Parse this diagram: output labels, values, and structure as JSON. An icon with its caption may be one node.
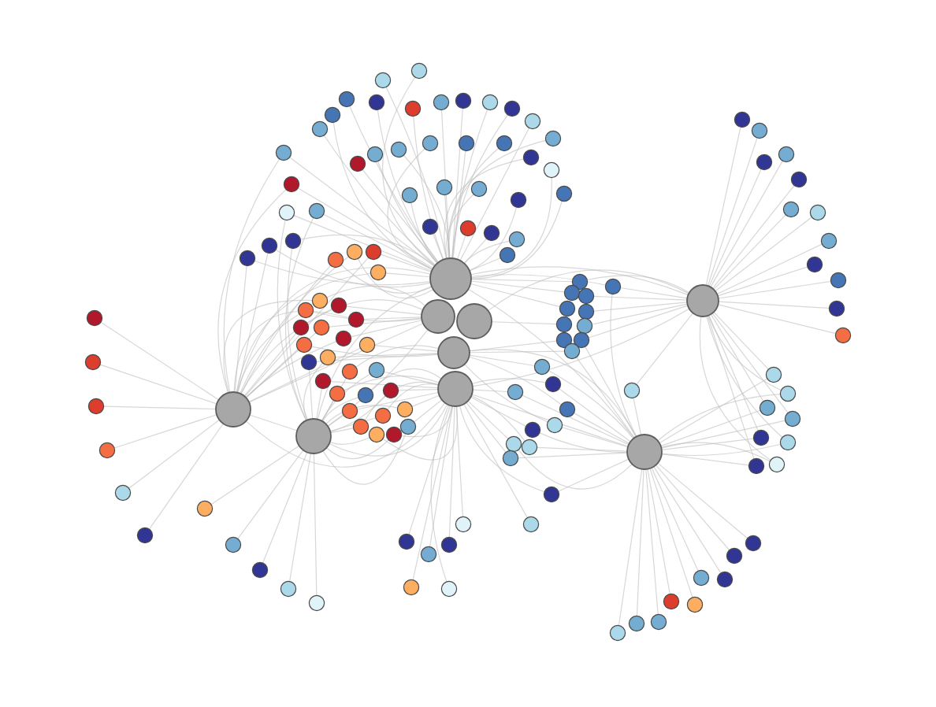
{
  "diagram": {
    "nodes": [
      {
        "text": [],
        "shape": "circle"
      },
      {
        "text": [],
        "shape": "circle"
      },
      {
        "text": [],
        "shape": "circle"
      },
      {
        "text": [],
        "shape": "circle"
      },
      {
        "text": [],
        "shape": "circle"
      },
      {
        "text": [],
        "shape": "circle"
      },
      {
        "text": [],
        "shape": "circle"
      },
      {
        "text": [],
        "shape": "circle"
      },
      {
        "text": [],
        "shape": "circle"
      },
      {
        "text": [],
        "shape": "circle"
      },
      {
        "text": [],
        "shape": "circle"
      },
      {
        "text": [],
        "shape": "circle"
      },
      {
        "text": [],
        "shape": "circle"
      },
      {
        "text": [],
        "shape": "circle"
      },
      {
        "text": [],
        "shape": "circle"
      },
      {
        "text": [],
        "shape": "circle"
      },
      {
        "text": [],
        "shape": "circle"
      },
      {
        "text": [],
        "shape": "circle"
      },
      {
        "text": [],
        "shape": "circle"
      },
      {
        "text": [],
        "shape": "circle"
      },
      {
        "text": [],
        "shape": "circle"
      },
      {
        "text": [],
        "shape": "circle"
      },
      {
        "text": [],
        "shape": "circle"
      },
      {
        "text": [],
        "shape": "circle"
      },
      {
        "text": [],
        "shape": "circle"
      },
      {
        "text": [],
        "shape": "circle"
      },
      {
        "text": [],
        "shape": "circle"
      },
      {
        "text": [],
        "shape": "circle"
      },
      {
        "text": [],
        "shape": "circle"
      },
      {
        "text": [],
        "shape": "circle"
      },
      {
        "text": [],
        "shape": "circle"
      },
      {
        "text": [],
        "shape": "circle"
      },
      {
        "text": [],
        "shape": "circle"
      },
      {
        "text": [],
        "shape": "circle"
      },
      {
        "text": [],
        "shape": "circle"
      },
      {
        "text": [],
        "shape": "circle"
      },
      {
        "text": [],
        "shape": "circle"
      },
      {
        "text": [],
        "shape": "circle"
      },
      {
        "text": [],
        "shape": "circle"
      },
      {
        "text": [],
        "shape": "circle"
      },
      {
        "text": [],
        "shape": "circle"
      },
      {
        "text": [],
        "shape": "circle"
      },
      {
        "text": [],
        "shape": "circle"
      },
      {
        "text": [],
        "shape": "circle"
      },
      {
        "text": [],
        "shape": "circle"
      },
      {
        "text": [],
        "shape": "circle"
      },
      {
        "text": [],
        "shape": "circle"
      },
      {
        "text": [],
        "shape": "circle"
      },
      {
        "text": [],
        "shape": "circle"
      },
      {
        "text": [],
        "shape": "circle"
      },
      {
        "text": [],
        "shape": "circle"
      },
      {
        "text": [],
        "shape": "circle"
      },
      {
        "text": [],
        "shape": "circle"
      },
      {
        "text": [],
        "shape": "circle"
      },
      {
        "text": [],
        "shape": "circle"
      },
      {
        "text": [],
        "shape": "circle"
      },
      {
        "text": [],
        "shape": "circle"
      },
      {
        "text": [],
        "shape": "circle"
      },
      {
        "text": [],
        "shape": "circle"
      },
      {
        "text": [],
        "shape": "circle"
      },
      {
        "text": [],
        "shape": "circle"
      },
      {
        "text": [],
        "shape": "circle"
      },
      {
        "text": [],
        "shape": "circle"
      },
      {
        "text": [],
        "shape": "circle"
      },
      {
        "text": [],
        "shape": "circle"
      },
      {
        "text": [],
        "shape": "circle"
      },
      {
        "text": [],
        "shape": "circle"
      },
      {
        "text": [],
        "shape": "circle"
      },
      {
        "text": [],
        "shape": "circle"
      },
      {
        "text": [],
        "shape": "circle"
      },
      {
        "text": [],
        "shape": "circle"
      },
      {
        "text": [],
        "shape": "circle"
      },
      {
        "text": [],
        "shape": "circle"
      },
      {
        "text": [],
        "shape": "circle"
      },
      {
        "text": [],
        "shape": "circle"
      },
      {
        "text": [],
        "shape": "circle"
      },
      {
        "text": [],
        "shape": "circle"
      },
      {
        "text": [],
        "shape": "circle"
      },
      {
        "text": [],
        "shape": "circle"
      },
      {
        "text": [],
        "shape": "circle"
      },
      {
        "text": [],
        "shape": "circle"
      },
      {
        "text": [],
        "shape": "circle"
      },
      {
        "text": [],
        "shape": "circle"
      },
      {
        "text": [],
        "shape": "circle"
      },
      {
        "text": [],
        "shape": "circle"
      },
      {
        "text": [],
        "shape": "circle"
      },
      {
        "text": [],
        "shape": "circle"
      },
      {
        "text": [],
        "shape": "circle"
      },
      {
        "text": [],
        "shape": "circle"
      },
      {
        "text": [],
        "shape": "circle"
      },
      {
        "text": [],
        "shape": "circle"
      },
      {
        "text": [],
        "shape": "circle"
      },
      {
        "text": [],
        "shape": "circle"
      },
      {
        "text": [],
        "shape": "circle"
      },
      {
        "text": [],
        "shape": "circle"
      },
      {
        "text": [],
        "shape": "circle"
      },
      {
        "text": [],
        "shape": "circle"
      },
      {
        "text": [],
        "shape": "circle"
      },
      {
        "text": [],
        "shape": "circle"
      },
      {
        "text": [],
        "shape": "circle"
      },
      {
        "text": [],
        "shape": "circle"
      },
      {
        "text": [],
        "shape": "circle"
      },
      {
        "text": [],
        "shape": "circle"
      },
      {
        "text": [],
        "shape": "circle"
      },
      {
        "text": [],
        "shape": "circle"
      },
      {
        "text": [],
        "shape": "circle"
      },
      {
        "text": [],
        "shape": "circle"
      },
      {
        "text": [],
        "shape": "circle"
      },
      {
        "text": [],
        "shape": "circle"
      },
      {
        "text": [],
        "shape": "circle"
      },
      {
        "text": [],
        "shape": "circle"
      },
      {
        "text": [],
        "shape": "circle"
      },
      {
        "text": [],
        "shape": "circle"
      },
      {
        "text": [],
        "shape": "circle"
      },
      {
        "text": [],
        "shape": "circle"
      },
      {
        "text": [],
        "shape": "circle"
      },
      {
        "text": [],
        "shape": "circle"
      },
      {
        "text": [],
        "shape": "circle"
      },
      {
        "text": [],
        "shape": "circle"
      },
      {
        "text": [],
        "shape": "circle"
      },
      {
        "text": [],
        "shape": "circle"
      },
      {
        "text": [],
        "shape": "circle"
      },
      {
        "text": [],
        "shape": "circle"
      },
      {
        "text": [],
        "shape": "circle"
      },
      {
        "text": [],
        "shape": "circle"
      },
      {
        "text": [],
        "shape": "circle"
      },
      {
        "text": [],
        "shape": "circle"
      },
      {
        "text": [],
        "shape": "circle"
      },
      {
        "text": [],
        "shape": "circle"
      },
      {
        "text": [],
        "shape": "circle"
      },
      {
        "text": [],
        "shape": "circle"
      },
      {
        "text": [],
        "shape": "circle"
      },
      {
        "text": [],
        "shape": "circle"
      },
      {
        "text": [],
        "shape": "circle"
      },
      {
        "text": [],
        "shape": "circle"
      },
      {
        "text": [],
        "shape": "circle"
      },
      {
        "text": [],
        "shape": "circle"
      },
      {
        "text": [],
        "shape": "circle"
      },
      {
        "text": [],
        "shape": "circle"
      },
      {
        "text": [],
        "shape": "circle"
      },
      {
        "text": [],
        "shape": "circle"
      },
      {
        "text": [],
        "shape": "circle"
      },
      {
        "text": [],
        "shape": "circle"
      },
      {
        "text": [],
        "shape": "circle"
      }
    ],
    "edges": [
      {
        "from": 9,
        "to": 0,
        "arrow": "none"
      },
      {
        "from": 10,
        "to": 0,
        "arrow": "none"
      },
      {
        "from": 11,
        "to": 0,
        "arrow": "none"
      },
      {
        "from": 12,
        "to": 0,
        "arrow": "none"
      },
      {
        "from": 13,
        "to": 0,
        "arrow": "none"
      },
      {
        "from": 14,
        "to": 0,
        "arrow": "none"
      },
      {
        "from": 15,
        "to": 0,
        "arrow": "none"
      },
      {
        "from": 16,
        "to": 0,
        "arrow": "none"
      },
      {
        "from": 17,
        "to": 0,
        "arrow": "none"
      },
      {
        "from": 18,
        "to": 0,
        "arrow": "none"
      },
      {
        "from": 19,
        "to": 0,
        "arrow": "none"
      },
      {
        "from": 20,
        "to": 0,
        "arrow": "none"
      },
      {
        "from": 21,
        "to": 0,
        "arrow": "none"
      },
      {
        "from": 22,
        "to": 0,
        "arrow": "none"
      },
      {
        "from": 23,
        "to": 0,
        "arrow": "none"
      },
      {
        "from": 24,
        "to": 0,
        "arrow": "none"
      },
      {
        "from": 25,
        "to": 0,
        "arrow": "none"
      },
      {
        "from": 26,
        "to": 0,
        "arrow": "none"
      },
      {
        "from": 27,
        "to": 0,
        "arrow": "none"
      },
      {
        "from": 28,
        "to": 0,
        "arrow": "none"
      },
      {
        "from": 29,
        "to": 0,
        "arrow": "none"
      },
      {
        "from": 30,
        "to": 0,
        "arrow": "none"
      },
      {
        "from": 31,
        "to": 0,
        "arrow": "none"
      },
      {
        "from": 32,
        "to": 0,
        "arrow": "none"
      },
      {
        "from": 33,
        "to": 0,
        "arrow": "none"
      },
      {
        "from": 34,
        "to": 0,
        "arrow": "none"
      },
      {
        "from": 35,
        "to": 0,
        "arrow": "none"
      },
      {
        "from": 36,
        "to": 0,
        "arrow": "none"
      },
      {
        "from": 37,
        "to": 0,
        "arrow": "none"
      },
      {
        "from": 38,
        "to": 0,
        "arrow": "none"
      },
      {
        "from": 39,
        "to": 0,
        "arrow": "none"
      },
      {
        "from": 40,
        "to": 0,
        "arrow": "none"
      },
      {
        "from": 41,
        "to": 0,
        "arrow": "none"
      },
      {
        "from": 42,
        "to": 0,
        "arrow": "none"
      },
      {
        "from": 43,
        "to": 0,
        "arrow": "none"
      },
      {
        "from": 44,
        "to": 0,
        "arrow": "none"
      },
      {
        "from": 45,
        "to": 0,
        "arrow": "none"
      },
      {
        "from": 46,
        "to": 0,
        "arrow": "none"
      },
      {
        "from": 22,
        "to": 5,
        "arrow": "none"
      },
      {
        "from": 31,
        "to": 5,
        "arrow": "none"
      },
      {
        "from": 44,
        "to": 5,
        "arrow": "none"
      },
      {
        "from": 45,
        "to": 5,
        "arrow": "none"
      },
      {
        "from": 37,
        "to": 6,
        "arrow": "none"
      },
      {
        "from": 38,
        "to": 6,
        "arrow": "none"
      },
      {
        "from": 46,
        "to": 6,
        "arrow": "none"
      },
      {
        "from": 47,
        "to": 0,
        "arrow": "none"
      },
      {
        "from": 47,
        "to": 5,
        "arrow": "none"
      },
      {
        "from": 48,
        "to": 0,
        "arrow": "none"
      },
      {
        "from": 48,
        "to": 5,
        "arrow": "none"
      },
      {
        "from": 49,
        "to": 0,
        "arrow": "none"
      },
      {
        "from": 49,
        "to": 5,
        "arrow": "none"
      },
      {
        "from": 50,
        "to": 0,
        "arrow": "none"
      },
      {
        "from": 50,
        "to": 5,
        "arrow": "none"
      },
      {
        "from": 51,
        "to": 3,
        "arrow": "none"
      },
      {
        "from": 51,
        "to": 5,
        "arrow": "none"
      },
      {
        "from": 52,
        "to": 3,
        "arrow": "none"
      },
      {
        "from": 52,
        "to": 5,
        "arrow": "none"
      },
      {
        "from": 53,
        "to": 3,
        "arrow": "none"
      },
      {
        "from": 53,
        "to": 5,
        "arrow": "none"
      },
      {
        "from": 54,
        "to": 3,
        "arrow": "none"
      },
      {
        "from": 54,
        "to": 5,
        "arrow": "none"
      },
      {
        "from": 55,
        "to": 3,
        "arrow": "none"
      },
      {
        "from": 55,
        "to": 5,
        "arrow": "none"
      },
      {
        "from": 56,
        "to": 3,
        "arrow": "none"
      },
      {
        "from": 56,
        "to": 5,
        "arrow": "none"
      },
      {
        "from": 57,
        "to": 3,
        "arrow": "none"
      },
      {
        "from": 57,
        "to": 5,
        "arrow": "none"
      },
      {
        "from": 58,
        "to": 1,
        "arrow": "none"
      },
      {
        "from": 58,
        "to": 5,
        "arrow": "none"
      },
      {
        "from": 59,
        "to": 1,
        "arrow": "none"
      },
      {
        "from": 59,
        "to": 5,
        "arrow": "none"
      },
      {
        "from": 60,
        "to": 1,
        "arrow": "none"
      },
      {
        "from": 60,
        "to": 6,
        "arrow": "none"
      },
      {
        "from": 61,
        "to": 1,
        "arrow": "none"
      },
      {
        "from": 61,
        "to": 6,
        "arrow": "none"
      },
      {
        "from": 62,
        "to": 1,
        "arrow": "none"
      },
      {
        "from": 62,
        "to": 6,
        "arrow": "none"
      },
      {
        "from": 63,
        "to": 4,
        "arrow": "none"
      },
      {
        "from": 63,
        "to": 6,
        "arrow": "none"
      },
      {
        "from": 64,
        "to": 4,
        "arrow": "none"
      },
      {
        "from": 64,
        "to": 6,
        "arrow": "none"
      },
      {
        "from": 65,
        "to": 4,
        "arrow": "none"
      },
      {
        "from": 65,
        "to": 6,
        "arrow": "none"
      },
      {
        "from": 66,
        "to": 4,
        "arrow": "none"
      },
      {
        "from": 66,
        "to": 6,
        "arrow": "none"
      },
      {
        "from": 67,
        "to": 4,
        "arrow": "none"
      },
      {
        "from": 67,
        "to": 6,
        "arrow": "none"
      },
      {
        "from": 68,
        "to": 4,
        "arrow": "none"
      },
      {
        "from": 68,
        "to": 6,
        "arrow": "none"
      },
      {
        "from": 69,
        "to": 4,
        "arrow": "none"
      },
      {
        "from": 69,
        "to": 6,
        "arrow": "none"
      },
      {
        "from": 70,
        "to": 4,
        "arrow": "none"
      },
      {
        "from": 70,
        "to": 6,
        "arrow": "none"
      },
      {
        "from": 71,
        "to": 4,
        "arrow": "none"
      },
      {
        "from": 71,
        "to": 6,
        "arrow": "none"
      },
      {
        "from": 72,
        "to": 4,
        "arrow": "none"
      },
      {
        "from": 72,
        "to": 6,
        "arrow": "none"
      },
      {
        "from": 73,
        "to": 4,
        "arrow": "none"
      },
      {
        "from": 73,
        "to": 6,
        "arrow": "none"
      },
      {
        "from": 74,
        "to": 4,
        "arrow": "none"
      },
      {
        "from": 74,
        "to": 6,
        "arrow": "none"
      },
      {
        "from": 75,
        "to": 0,
        "arrow": "none"
      },
      {
        "from": 75,
        "to": 7,
        "arrow": "none"
      },
      {
        "from": 76,
        "to": 0,
        "arrow": "none"
      },
      {
        "from": 76,
        "to": 7,
        "arrow": "none"
      },
      {
        "from": 76,
        "to": 8,
        "arrow": "none"
      },
      {
        "from": 77,
        "to": 0,
        "arrow": "none"
      },
      {
        "from": 78,
        "to": 7,
        "arrow": "none"
      },
      {
        "from": 79,
        "to": 0,
        "arrow": "none"
      },
      {
        "from": 80,
        "to": 7,
        "arrow": "none"
      },
      {
        "from": 81,
        "to": 2,
        "arrow": "none"
      },
      {
        "from": 82,
        "to": 7,
        "arrow": "none"
      },
      {
        "from": 83,
        "to": 1,
        "arrow": "none"
      },
      {
        "from": 84,
        "to": 7,
        "arrow": "none"
      },
      {
        "from": 84,
        "to": 8,
        "arrow": "none"
      },
      {
        "from": 85,
        "to": 1,
        "arrow": "none"
      },
      {
        "from": 85,
        "to": 8,
        "arrow": "none"
      },
      {
        "from": 86,
        "to": 1,
        "arrow": "none"
      },
      {
        "from": 86,
        "to": 8,
        "arrow": "none"
      },
      {
        "from": 87,
        "to": 4,
        "arrow": "none"
      },
      {
        "from": 87,
        "to": 8,
        "arrow": "none"
      },
      {
        "from": 88,
        "to": 4,
        "arrow": "none"
      },
      {
        "from": 88,
        "to": 8,
        "arrow": "none"
      },
      {
        "from": 89,
        "to": 7,
        "arrow": "none"
      },
      {
        "from": 89,
        "to": 8,
        "arrow": "none"
      },
      {
        "from": 90,
        "to": 1,
        "arrow": "none"
      },
      {
        "from": 90,
        "to": 8,
        "arrow": "none"
      },
      {
        "from": 91,
        "to": 1,
        "arrow": "none"
      },
      {
        "from": 91,
        "to": 8,
        "arrow": "none"
      },
      {
        "from": 92,
        "to": 4,
        "arrow": "none"
      },
      {
        "from": 92,
        "to": 8,
        "arrow": "none"
      },
      {
        "from": 93,
        "to": 4,
        "arrow": "none"
      },
      {
        "from": 93,
        "to": 8,
        "arrow": "none"
      },
      {
        "from": 94,
        "to": 4,
        "arrow": "none"
      },
      {
        "from": 94,
        "to": 8,
        "arrow": "none"
      },
      {
        "from": 95,
        "to": 4,
        "arrow": "none"
      },
      {
        "from": 95,
        "to": 8,
        "arrow": "none"
      },
      {
        "from": 96,
        "to": 4,
        "arrow": "none"
      },
      {
        "from": 96,
        "to": 8,
        "arrow": "none"
      },
      {
        "from": 97,
        "to": 4,
        "arrow": "none"
      },
      {
        "from": 98,
        "to": 4,
        "arrow": "none"
      },
      {
        "from": 99,
        "to": 4,
        "arrow": "none"
      },
      {
        "from": 100,
        "to": 4,
        "arrow": "none"
      },
      {
        "from": 101,
        "to": 4,
        "arrow": "none"
      },
      {
        "from": 102,
        "to": 4,
        "arrow": "none"
      },
      {
        "from": 103,
        "to": 4,
        "arrow": "none"
      },
      {
        "from": 104,
        "to": 5,
        "arrow": "none"
      },
      {
        "from": 105,
        "to": 5,
        "arrow": "none"
      },
      {
        "from": 106,
        "to": 5,
        "arrow": "none"
      },
      {
        "from": 107,
        "to": 5,
        "arrow": "none"
      },
      {
        "from": 108,
        "to": 5,
        "arrow": "none"
      },
      {
        "from": 109,
        "to": 5,
        "arrow": "none"
      },
      {
        "from": 110,
        "to": 6,
        "arrow": "none"
      },
      {
        "from": 111,
        "to": 6,
        "arrow": "none"
      },
      {
        "from": 112,
        "to": 6,
        "arrow": "none"
      },
      {
        "from": 113,
        "to": 6,
        "arrow": "none"
      },
      {
        "from": 114,
        "to": 6,
        "arrow": "none"
      },
      {
        "from": 115,
        "to": 7,
        "arrow": "none"
      },
      {
        "from": 116,
        "to": 7,
        "arrow": "none"
      },
      {
        "from": 117,
        "to": 7,
        "arrow": "none"
      },
      {
        "from": 118,
        "to": 7,
        "arrow": "none"
      },
      {
        "from": 119,
        "to": 7,
        "arrow": "none"
      },
      {
        "from": 120,
        "to": 7,
        "arrow": "none"
      },
      {
        "from": 121,
        "to": 7,
        "arrow": "none"
      },
      {
        "from": 122,
        "to": 7,
        "arrow": "none"
      },
      {
        "from": 123,
        "to": 7,
        "arrow": "none"
      },
      {
        "from": 124,
        "to": 7,
        "arrow": "none"
      },
      {
        "from": 125,
        "to": 7,
        "arrow": "none"
      },
      {
        "from": 126,
        "to": 7,
        "arrow": "none"
      },
      {
        "from": 127,
        "to": 7,
        "arrow": "none"
      },
      {
        "from": 127,
        "to": 8,
        "arrow": "none"
      },
      {
        "from": 128,
        "to": 7,
        "arrow": "none"
      },
      {
        "from": 128,
        "to": 8,
        "arrow": "none"
      },
      {
        "from": 129,
        "to": 7,
        "arrow": "none"
      },
      {
        "from": 129,
        "to": 8,
        "arrow": "none"
      },
      {
        "from": 130,
        "to": 7,
        "arrow": "none"
      },
      {
        "from": 130,
        "to": 8,
        "arrow": "none"
      },
      {
        "from": 131,
        "to": 7,
        "arrow": "none"
      },
      {
        "from": 131,
        "to": 8,
        "arrow": "none"
      },
      {
        "from": 132,
        "to": 7,
        "arrow": "none"
      },
      {
        "from": 132,
        "to": 8,
        "arrow": "none"
      },
      {
        "from": 133,
        "to": 7,
        "arrow": "none"
      },
      {
        "from": 133,
        "to": 8,
        "arrow": "none"
      },
      {
        "from": 134,
        "to": 7,
        "arrow": "none"
      },
      {
        "from": 134,
        "to": 8,
        "arrow": "none"
      },
      {
        "from": 135,
        "to": 8,
        "arrow": "none"
      },
      {
        "from": 136,
        "to": 8,
        "arrow": "none"
      },
      {
        "from": 137,
        "to": 8,
        "arrow": "none"
      },
      {
        "from": 138,
        "to": 8,
        "arrow": "none"
      },
      {
        "from": 139,
        "to": 8,
        "arrow": "none"
      },
      {
        "from": 140,
        "to": 8,
        "arrow": "none"
      },
      {
        "from": 141,
        "to": 8,
        "arrow": "none"
      },
      {
        "from": 142,
        "to": 8,
        "arrow": "none"
      },
      {
        "from": 143,
        "to": 8,
        "arrow": "none"
      },
      {
        "from": 5,
        "to": 0,
        "arrow": "none"
      },
      {
        "from": 5,
        "to": 3,
        "arrow": "none"
      },
      {
        "from": 5,
        "to": 4,
        "arrow": "none"
      },
      {
        "from": 6,
        "to": 0,
        "arrow": "none"
      },
      {
        "from": 6,
        "to": 4,
        "arrow": "none"
      },
      {
        "from": 6,
        "to": 3,
        "arrow": "none"
      },
      {
        "from": 5,
        "to": 6,
        "arrow": "none"
      },
      {
        "from": 7,
        "to": 0,
        "arrow": "none"
      },
      {
        "from": 7,
        "to": 2,
        "arrow": "none"
      },
      {
        "from": 7,
        "to": 4,
        "arrow": "none"
      },
      {
        "from": 8,
        "to": 0,
        "arrow": "none"
      },
      {
        "from": 8,
        "to": 1,
        "arrow": "none"
      },
      {
        "from": 8,
        "to": 4,
        "arrow": "none"
      }
    ]
  }
}
